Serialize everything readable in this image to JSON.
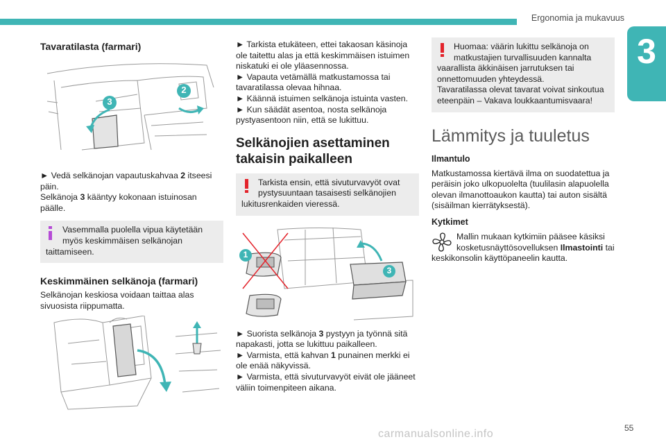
{
  "header": {
    "running_head": "Ergonomia ja mukavuus",
    "chapter_number": "3",
    "page_number": "55",
    "watermark": "carmanualsonline.info"
  },
  "colors": {
    "accent": "#3fb5b5",
    "note_bg": "#ececec",
    "info_mark": "#b54bd6",
    "warning_mark": "#e3232b"
  },
  "col1": {
    "title": "Tavaratilasta (farmari)",
    "figure1_callouts": [
      "3",
      "2"
    ],
    "step1_arrow": "►",
    "step1_a": "Vedä selkänojan vapautuskahvaa",
    "step1_num": "2",
    "step1_b": "itseesi päin.",
    "line2_a": "Selkänoja",
    "line2_num": "3",
    "line2_b": "kääntyy kokonaan istuinosan päälle.",
    "info_icon": "info-icon",
    "info_l1": "Vasemmalla puolella vipua käytetään",
    "info_l2": "myös keskimmäisen selkänojan",
    "info_l3": "taittamiseen.",
    "sec2_title": "Keskimmäinen selkänoja (farmari)",
    "sec2_text": "Selkänojan keskiosa voidaan taittaa alas sivuosista riippumatta."
  },
  "col2": {
    "b1": "Tarkista etukäteen, ettei takaosan käsinoja ole taitettu alas ja että keskimmäisen istuimen niskatuki ei ole yläasennossa.",
    "b2": "Vapauta vetämällä matkustamossa tai tavaratilassa olevaa hihnaa.",
    "b3": "Käännä istuimen selkänoja istuinta vasten.",
    "b4": "Kun säädät asentoa, nosta selkänoja pystyasentoon niin, että se lukittuu.",
    "arrow": "►",
    "title_l1": "Selkänojien asettaminen",
    "title_l2": "takaisin paikalleen",
    "warn_icon": "warning-icon",
    "warn_l1": "Tarkista ensin, että sivuturvavyöt ovat",
    "warn_l2": "pystysuuntaan tasaisesti selkänojien",
    "warn_l3": "lukitusrenkaiden vieressä.",
    "figure3_callouts": [
      "1",
      "3"
    ],
    "s1_a": "Suorista selkänoja",
    "s1_num": "3",
    "s1_b": "pystyyn ja työnnä sitä napakasti, jotta se lukittuu paikalleen.",
    "s2_a": "Varmista, että kahvan",
    "s2_num": "1",
    "s2_b": "punainen merkki ei ole enää näkyvissä.",
    "s3": "Varmista, että sivuturvavyöt eivät ole jääneet väliin toimenpiteen aikana."
  },
  "col3": {
    "warn_icon": "warning-icon",
    "warn_l1": "Huomaa: väärin lukittu selkänoja on",
    "warn_l2": "matkustajien turvallisuuden kannalta",
    "warn_rest": "vaarallista äkkinäisen jarrutuksen tai onnettomuuden yhteydessä.",
    "warn_p2": "Tavaratilassa olevat tavarat voivat sinkoutua eteenpäin – Vakava loukkaantumisvaara!",
    "title": "Lämmitys ja tuuletus",
    "sub1": "Ilmantulo",
    "sub1_text": "Matkustamossa kiertävä ilma on suodatettua ja peräisin joko ulkopuolelta (tuulilasin alapuolella olevan ilmanottoaukon kautta) tai auton sisältä (sisäilman kierrätyksestä).",
    "sub2": "Kytkimet",
    "fan_icon": "fan-icon",
    "sw_l1": "Mallin mukaan kytkimiin pääsee käsiksi",
    "sw_l2a": "kosketusnäyttösovelluksen",
    "sw_l2b": "Ilmastointi",
    "sw_l2c": "tai",
    "sw_rest": "keskikonsolin käyttöpaneelin kautta."
  }
}
